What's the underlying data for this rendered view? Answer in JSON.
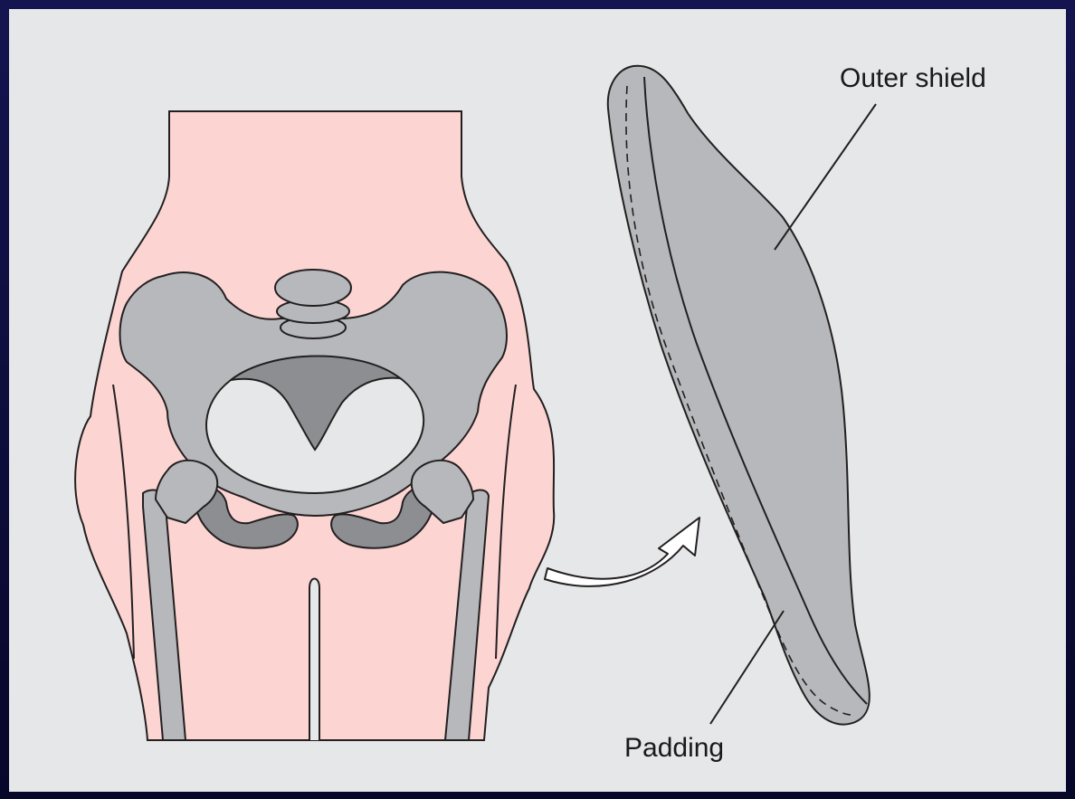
{
  "labels": {
    "outer_shield": "Outer shield",
    "padding": "Padding"
  },
  "colors": {
    "background": "#e6e7e8",
    "frame": "#0b0b3a",
    "skin": "#fcd5d3",
    "bone": "#b6b8bb",
    "bone_dark": "#8c8e91",
    "outline": "#231f20"
  },
  "elements": {
    "body_silhouette": "pelvis-and-thighs",
    "protector": "hip-protector",
    "arrow": "curved-arrow"
  }
}
